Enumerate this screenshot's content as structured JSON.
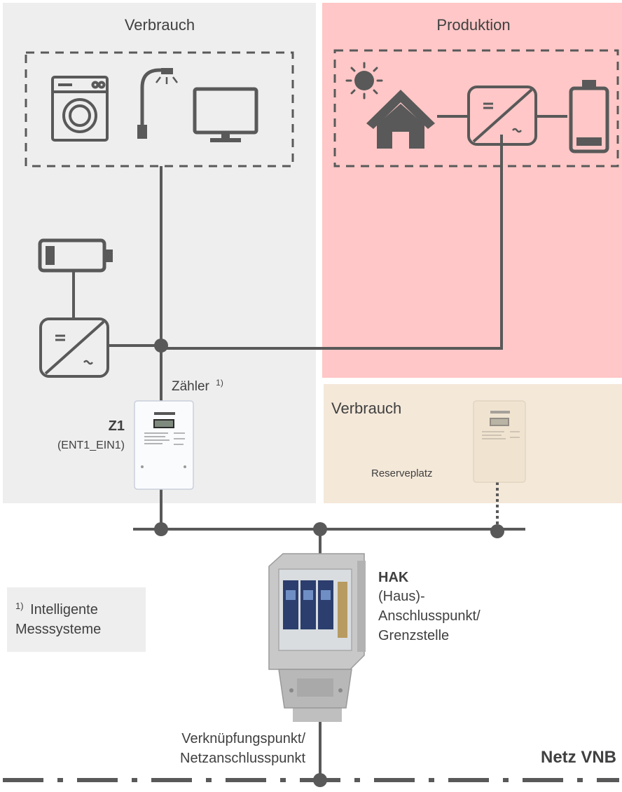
{
  "zones": {
    "consumption_top": {
      "label": "Verbrauch"
    },
    "production": {
      "label": "Produktion"
    },
    "consumption_reserve": {
      "label": "Verbrauch"
    }
  },
  "meter_z1": {
    "label_prefix": "Zähler",
    "footnote_mark": "1)",
    "id": "Z1",
    "code": "(ENT1_EIN1)"
  },
  "reserve": {
    "label": "Reserveplatz"
  },
  "hak": {
    "title": "HAK",
    "lines": [
      "(Haus)-",
      "Anschlusspunkt/",
      "Grenzstelle"
    ]
  },
  "footnote": {
    "mark": "1)",
    "lines": [
      "Intelligente",
      "Messsysteme"
    ]
  },
  "grid_point": {
    "lines": [
      "Verknüpfungspunkt/",
      "Netzanschlusspunkt"
    ]
  },
  "grid": {
    "label": "Netz VNB"
  },
  "icons": [
    "washing-machine-icon",
    "street-lamp-icon",
    "monitor-icon",
    "sun-icon",
    "house-icon",
    "inverter-icon",
    "battery-icon",
    "electricity-meter-icon",
    "house-connection-box-icon"
  ],
  "colors": {
    "consumption_bg": "#eeeeee",
    "production_bg": "#ffc7c7",
    "reserve_bg": "#f4e8d9",
    "line": "#595959",
    "text": "#404040",
    "footnote_bg": "#eeeeee"
  }
}
